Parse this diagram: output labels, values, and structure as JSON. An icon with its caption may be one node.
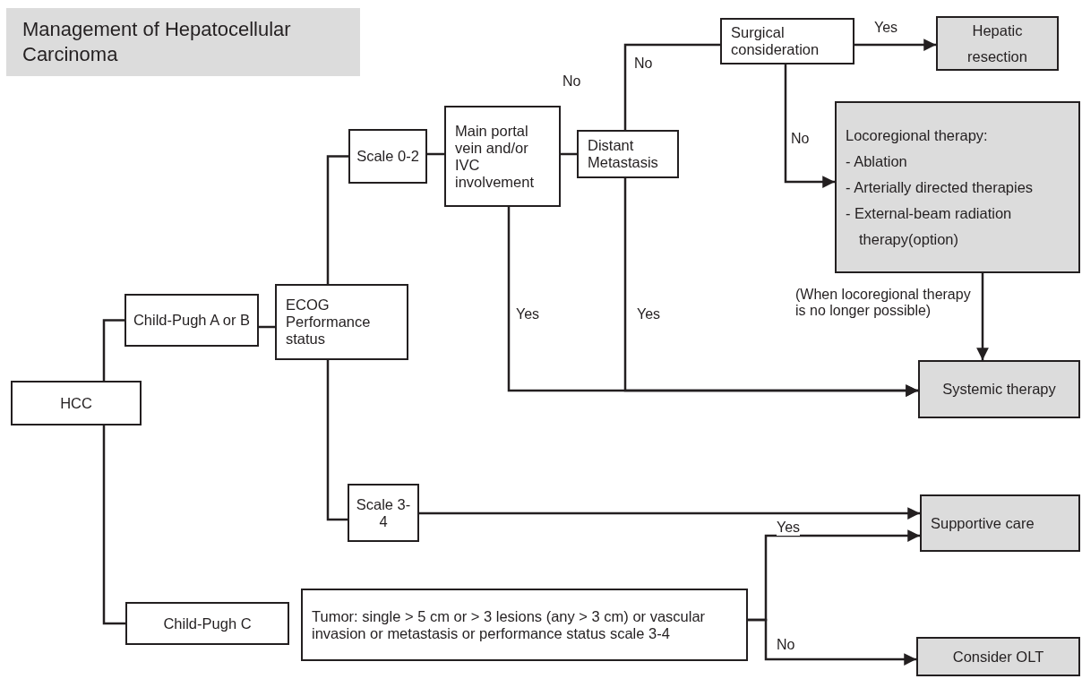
{
  "diagram": {
    "title": "Management of Hepatocellular Carcinoma",
    "nodes": [
      {
        "text": [
          "HCC"
        ]
      },
      {
        "text": [
          "Child-Pugh A or B"
        ]
      },
      {
        "text": [
          "ECOG Performance status"
        ]
      },
      {
        "text": [
          "Scale 0-2"
        ]
      },
      {
        "text": [
          "Main portal vein and/or IVC involvement"
        ]
      },
      {
        "text": [
          "Distant Metastasis"
        ]
      },
      {
        "text": [
          "Surgical consideration"
        ]
      },
      {
        "text": [
          "Hepatic resection"
        ]
      },
      {
        "text": [
          "Locoregional therapy:",
          "- Ablation",
          "- Arterially directed therapies",
          "- External-beam radiation therapy(option)"
        ]
      },
      {
        "text": [
          "Systemic therapy"
        ]
      },
      {
        "text": [
          "Scale 3-4"
        ]
      },
      {
        "text": [
          "Supportive care"
        ]
      },
      {
        "text": [
          "Child-Pugh C"
        ]
      },
      {
        "text": [
          "Tumor: single > 5 cm or > 3 lesions (any > 3 cm) or vascular invasion or metastasis or performance status scale 3-4"
        ]
      },
      {
        "text": [
          "Consider OLT"
        ]
      }
    ],
    "edges": [
      {
        "from": 0,
        "to": 1,
        "arrow": "none"
      },
      {
        "from": 0,
        "to": 12,
        "arrow": "none"
      },
      {
        "from": 1,
        "to": 2,
        "arrow": "none"
      },
      {
        "from": 2,
        "to": 3,
        "arrow": "none"
      },
      {
        "from": 2,
        "to": 10,
        "arrow": "none"
      },
      {
        "from": 3,
        "to": 4,
        "arrow": "none"
      },
      {
        "from": 4,
        "to": 5,
        "arrow": "none",
        "label": "No"
      },
      {
        "from": 4,
        "to": 9,
        "arrow": "to",
        "label": "Yes"
      },
      {
        "from": 5,
        "to": 9,
        "arrow": "to",
        "label": "Yes"
      },
      {
        "from": 5,
        "to": 6,
        "arrow": "none",
        "label": "No"
      },
      {
        "from": 6,
        "to": 7,
        "arrow": "to",
        "label": "Yes"
      },
      {
        "from": 6,
        "to": 8,
        "arrow": "to",
        "label": "No"
      },
      {
        "from": 8,
        "to": 9,
        "arrow": "to",
        "label": "(When locoregional therapy is no longer possible)"
      },
      {
        "from": 10,
        "to": 11,
        "arrow": "to"
      },
      {
        "from": 13,
        "to": 11,
        "arrow": "to",
        "label": "Yes"
      },
      {
        "from": 13,
        "to": 14,
        "arrow": "to",
        "label": "No"
      }
    ]
  }
}
